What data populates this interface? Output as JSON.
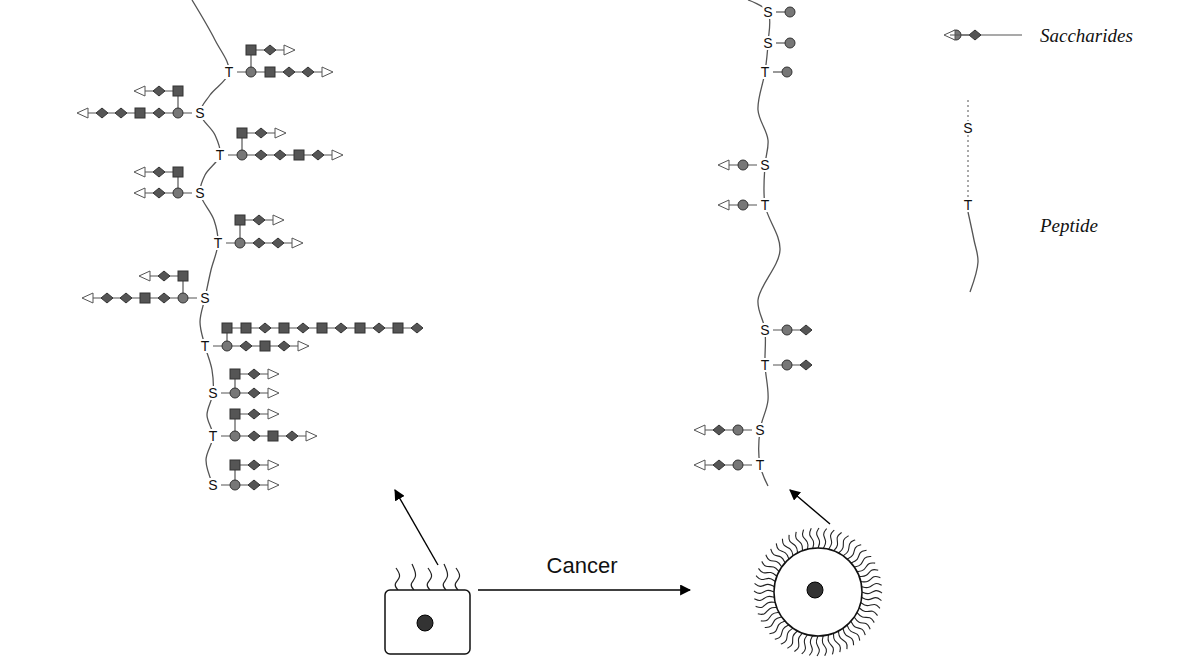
{
  "diagram": {
    "labels": [
      "T",
      "S",
      "T",
      "S",
      "T",
      "S",
      "T",
      "S",
      "T",
      "S",
      "S",
      "S",
      "T",
      "S",
      "T",
      "S",
      "T",
      "S",
      "T",
      "S",
      "T",
      "Cancer"
    ],
    "legend": [
      {
        "text": "Saccharides"
      },
      {
        "text": "Peptide"
      }
    ]
  }
}
